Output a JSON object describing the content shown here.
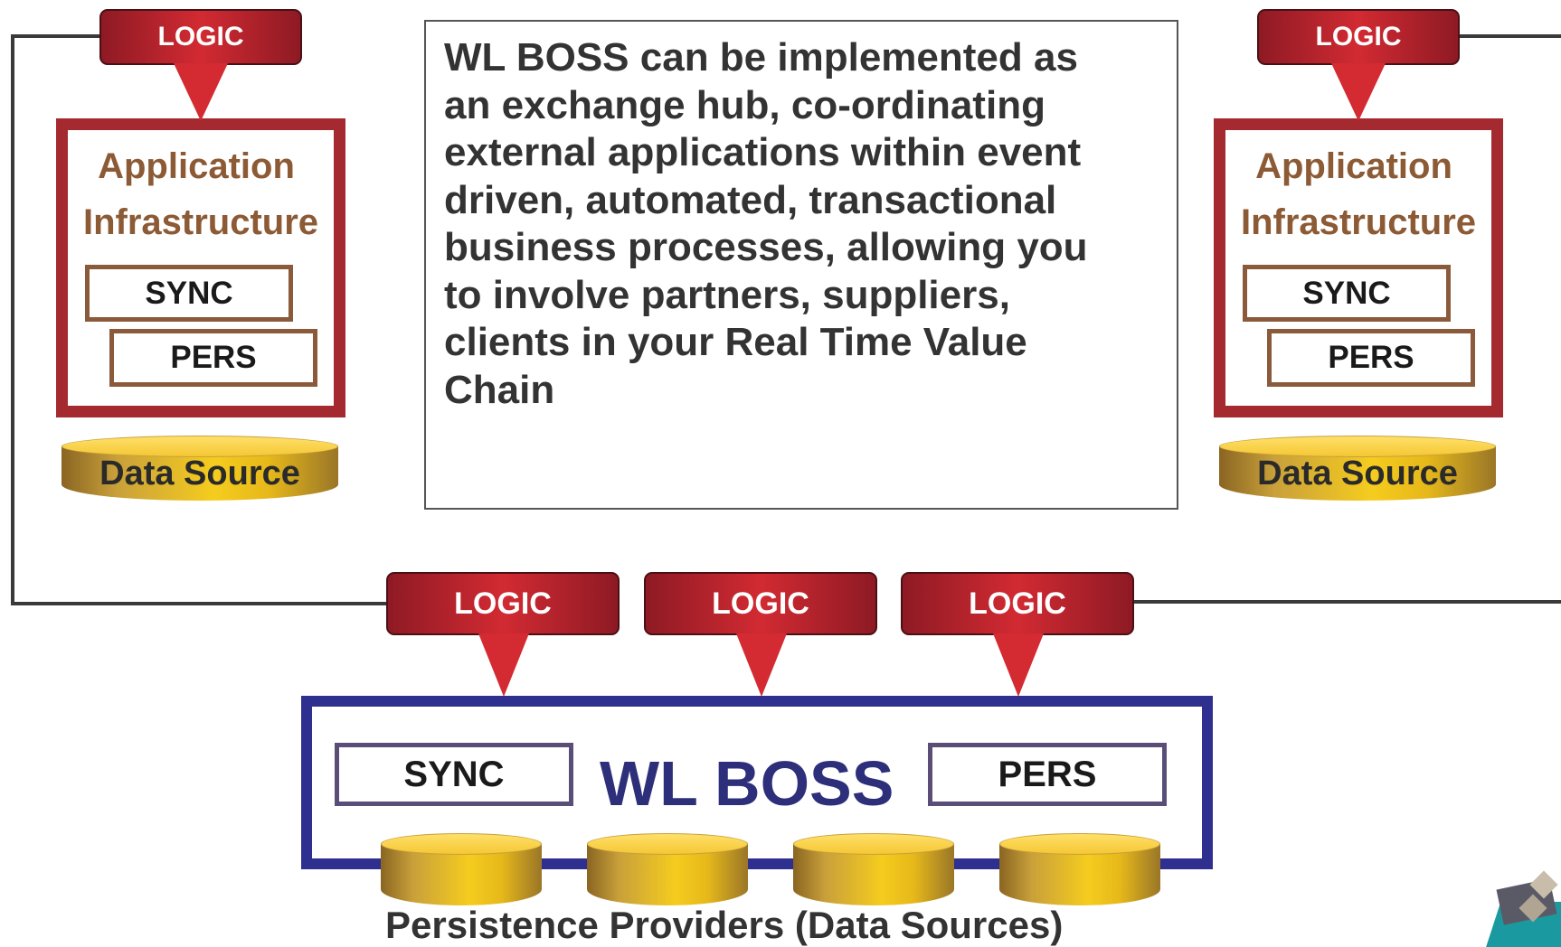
{
  "logic_label": "LOGIC",
  "left_node": {
    "title_line1": "Application",
    "title_line2": "Infrastructure",
    "sync_label": "SYNC",
    "pers_label": "PERS",
    "data_source_label": "Data Source"
  },
  "right_node": {
    "title_line1": "Application",
    "title_line2": "Infrastructure",
    "sync_label": "SYNC",
    "pers_label": "PERS",
    "data_source_label": "Data Source"
  },
  "description": "WL BOSS can be implemented as\nan exchange hub, co-ordinating\nexternal applications  within event\ndriven, automated, transactional\nbusiness processes,  allowing you\nto involve partners, suppliers,\nclients in your Real Time Value\nChain",
  "hub": {
    "title": "WL BOSS",
    "sync_label": "SYNC",
    "pers_label": "PERS"
  },
  "footer_label": "Persistence Providers (Data Sources)",
  "colors": {
    "logic_red": "#c0242c",
    "app_border": "#a52a30",
    "app_title": "#8c5a35",
    "hub_border": "#2e2f8f",
    "cylinder_gold": "#f5c733"
  }
}
